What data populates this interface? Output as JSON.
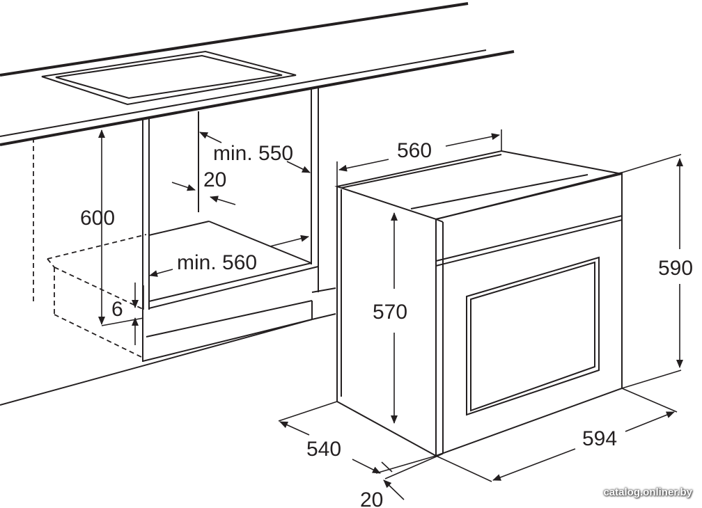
{
  "labels": {
    "cutout_depth_min": "min. 550",
    "panel_gap": "20",
    "cutout_height": "600",
    "cutout_width_min": "min. 560",
    "ventilation_gap": "6",
    "oven_width": "560",
    "oven_height": "570",
    "front_height": "590",
    "oven_depth": "540",
    "front_width": "594",
    "front_thickness": "20"
  },
  "watermark": "catalog.onliner.by"
}
